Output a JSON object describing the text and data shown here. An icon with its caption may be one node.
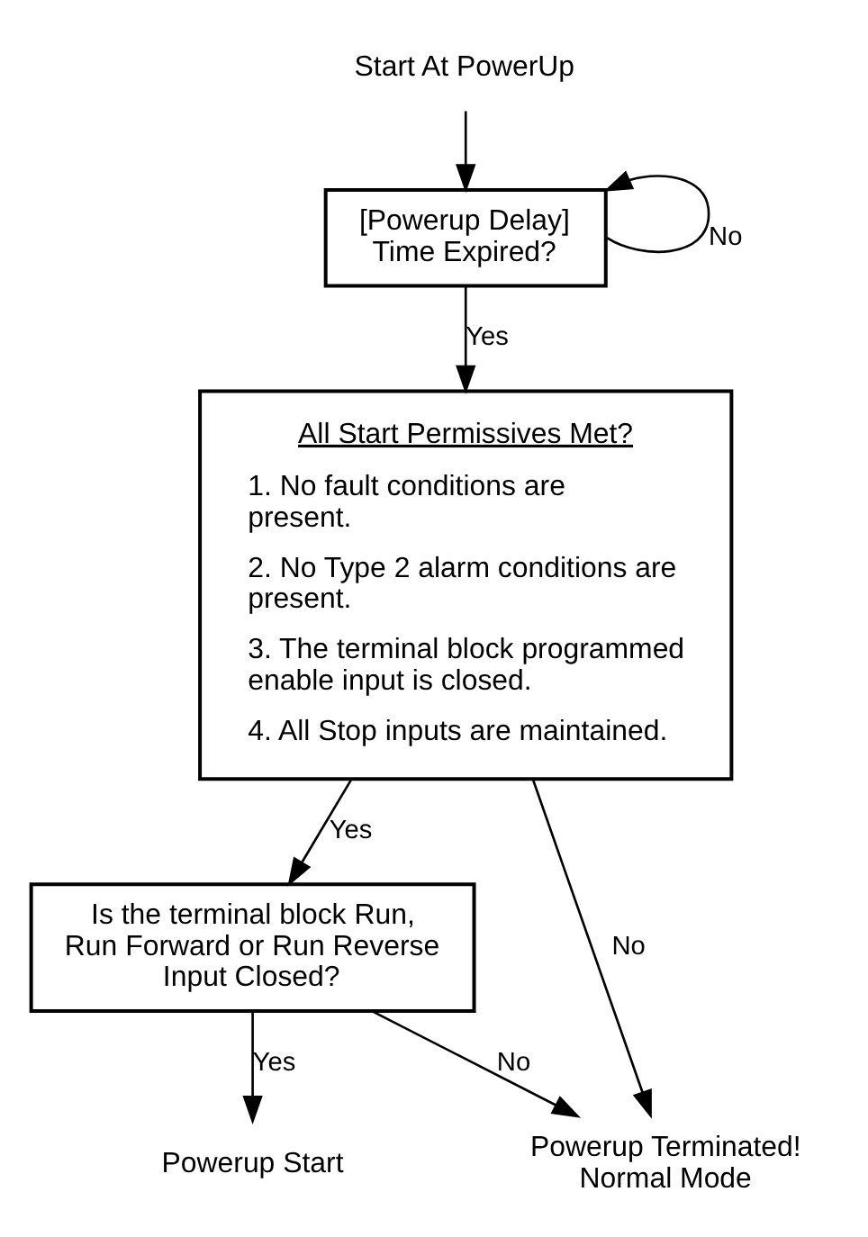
{
  "diagram": {
    "nodes": [
      {
        "text": [
          "Start At PowerUp"
        ]
      },
      {
        "text": [
          "[Powerup Delay] Time Expired?"
        ]
      },
      {
        "text": [
          "All Start Permissives Met?",
          "1. No fault conditions are present.",
          "2. No Type 2 alarm conditions are present.",
          "3. The terminal block programmed enable input is closed.",
          "4. All Stop inputs are maintained."
        ]
      },
      {
        "text": [
          "Is the terminal block Run, Run Forward or Run Reverse Input Closed?"
        ]
      },
      {
        "text": [
          "Powerup Start"
        ]
      },
      {
        "text": [
          "Powerup Terminated! Normal Mode"
        ]
      }
    ],
    "edges": [
      {
        "from": 0,
        "to": 1,
        "arrow": "to"
      },
      {
        "from": 1,
        "to": 1,
        "arrow": "to",
        "label": "No"
      },
      {
        "from": 1,
        "to": 2,
        "arrow": "to",
        "label": "Yes"
      },
      {
        "from": 2,
        "to": 5,
        "arrow": "to",
        "label": "No"
      },
      {
        "from": 2,
        "to": 3,
        "arrow": "to",
        "label": "Yes"
      },
      {
        "from": 3,
        "to": 5,
        "arrow": "to",
        "label": "No"
      },
      {
        "from": 3,
        "to": 4,
        "arrow": "to",
        "label": "Yes"
      }
    ]
  }
}
